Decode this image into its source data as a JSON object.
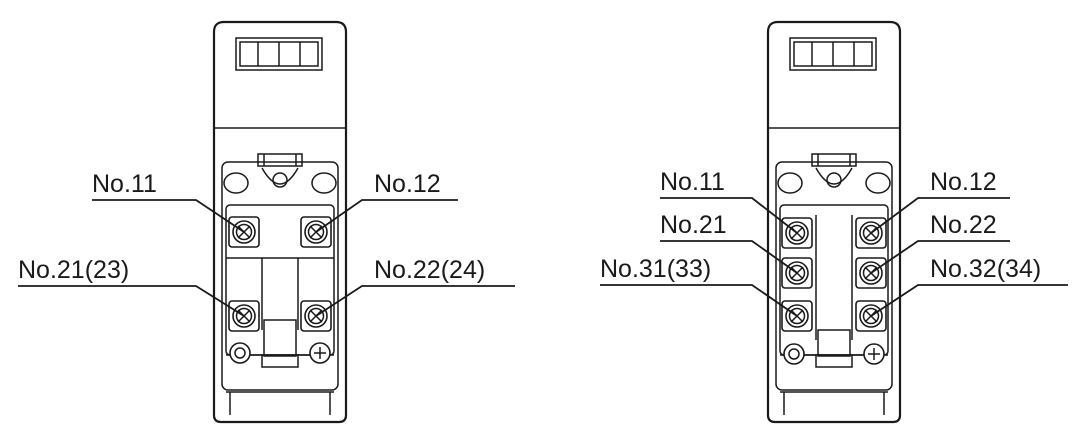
{
  "diagrams": [
    {
      "labels": {
        "top_left": "No.11",
        "top_right": "No.12",
        "bottom_left": "No.21(23)",
        "bottom_right": "No.22(24)"
      }
    },
    {
      "labels": {
        "row1_left": "No.11",
        "row1_right": "No.12",
        "row2_left": "No.21",
        "row2_right": "No.22",
        "row3_left": "No.31(33)",
        "row3_right": "No.32(34)"
      }
    }
  ]
}
